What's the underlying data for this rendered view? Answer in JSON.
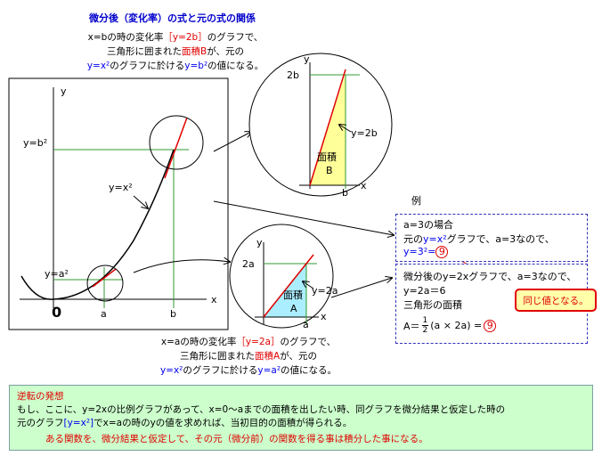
{
  "title": "微分後（変化率）の式と元の式の関係",
  "top_desc": {
    "l1a": "x=bの時の変化率",
    "l1b": "［y=2b］",
    "l1c": "のグラフで、",
    "l2a": "三角形に囲まれた",
    "l2b": "面積B",
    "l2c": "が、元の",
    "l3a": "y=x²",
    "l3b": "のグラフに於ける",
    "l3c": "y=b²",
    "l3d": "の値になる。"
  },
  "bottom_desc": {
    "l1a": "x=aの時の変化率",
    "l1b": "［y=2a］",
    "l1c": "のグラフで、",
    "l2a": "三角形に囲まれた",
    "l2b": "面積A",
    "l2c": "が、元の",
    "l3a": "y=x²",
    "l3b": "のグラフに於ける",
    "l3c": "y=a²",
    "l3d": "の値になる。"
  },
  "main_graph": {
    "y_axis": "y",
    "x_axis": "x",
    "origin": "0",
    "yb2": "y=b²",
    "ya2": "y=a²",
    "curve": "y=x²",
    "a": "a",
    "b": "b"
  },
  "zoom_b": {
    "y": "y",
    "x": "x",
    "tick": "2b",
    "line": "y=2b",
    "area1": "面積",
    "area2": "B",
    "b": "b"
  },
  "zoom_a": {
    "y": "y",
    "x": "x",
    "tick": "2a",
    "line": "y=2a",
    "area1": "面積",
    "area2": "A",
    "a": "a"
  },
  "example": {
    "label": "例",
    "box1_l1": "a=3の場合",
    "box1_l2a": "元の",
    "box1_l2b": "y=x²",
    "box1_l2c": "グラフで、a=3なので、",
    "box1_l3a": "y=3²=",
    "box1_l3b": "9",
    "box2_l1": "微分後のy=2xグラフで、a=3なので、",
    "box2_l2": "y=2a＝6",
    "box2_l3": "三角形の面積",
    "box2_l4a": "A＝",
    "box2_l4n": "1",
    "box2_l4d": "2",
    "box2_l4b": "(a × 2a) =",
    "box2_l4c": "9"
  },
  "same_value": "同じ値となる。",
  "bottom": {
    "heading": "逆転の発想",
    "line1": "もし、ここに、y=2xの比例グラフがあって、x=0〜aまでの面積を出したい時、同グラフを微分結果と仮定した時の",
    "line2a": "元のグラフ",
    "line2b": "[y=x²]",
    "line2c": "でx=aの時のyの値を求めれば、当初目的の面積が得られる。",
    "line3": "ある関数を、微分結果と仮定して、その元（微分前）の関数を得る事は積分した事になる。"
  },
  "colors": {
    "red": "#e00000",
    "blue": "#0000ee",
    "green": "#009900",
    "yellow": "#ffff99",
    "cyan": "#aaeeff",
    "bottom_bg": "#ccffcc"
  }
}
